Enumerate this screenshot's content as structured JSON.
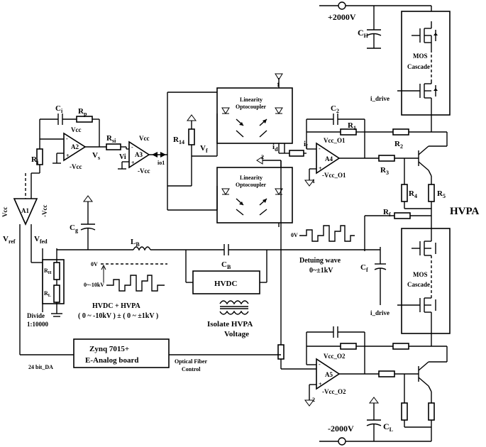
{
  "labels": {
    "hv_pos": "+2000V",
    "hv_neg": "-2000V",
    "ch": "C",
    "ch_sub": "H",
    "cl": "C",
    "cl_sub": "L",
    "mos_top": "MOS",
    "cascade_top": "Cascade",
    "mos_bot": "MOS",
    "cascade_bot": "Cascade",
    "i_drive_top": "i_drive",
    "i_drive_bot": "i_drive",
    "opto_top_l1": "Linearity",
    "opto_top_l2": "Optocoupler",
    "opto_bot_l1": "Linearity",
    "opto_bot_l2": "Optocoupler",
    "c2": "C",
    "c2_sub": "2",
    "r1": "R",
    "r1_sub": "1",
    "r2": "R",
    "r2_sub": "2",
    "r3": "R",
    "r3_sub": "3",
    "r4": "R",
    "r4_sub": "4",
    "r5": "R",
    "r5_sub": "5",
    "rf": "R",
    "rf_sub": "f",
    "cf": "C",
    "cf_sub": "f",
    "id": "i",
    "id_sub": "d",
    "if_": "i",
    "if_sub": "f",
    "vcc_o1": "Vcc_O1",
    "nvcc_o1": "-Vcc_O1",
    "vcc_o2": "Vcc_O2",
    "nvcc_o2": "-Vcc_O2",
    "a4": "A4",
    "a5": "A5",
    "hvpa": "HVPA",
    "ci": "C",
    "ci_sub": "i",
    "rp": "R",
    "rp_sub": "p",
    "ri": "R",
    "ri_sub": "i",
    "a2": "A2",
    "vcc_a2": "Vcc",
    "nvcc_a2": "-Vcc",
    "vs": "V",
    "vs_sub": "s",
    "rsi": "R",
    "rsi_sub": "si",
    "vi": "Vi",
    "a3": "A3",
    "vcc_a3": "Vcc",
    "nvcc_a3": "-Vcc",
    "io1": "io1",
    "r14": "R",
    "r14_sub": "14",
    "vf": "V",
    "vf_sub": "f",
    "a1": "A1",
    "vcc_a1": "Vcc",
    "nvcc_a1": "-Vcc",
    "vref": "V",
    "vref_sub": "ref",
    "vfed": "V",
    "vfed_sub": "fed",
    "cg": "C",
    "cg_sub": "g",
    "lb": "L",
    "lb_sub": "B",
    "cb": "C",
    "cb_sub": "B",
    "rh": "R",
    "rh_sub": "H",
    "rl": "R",
    "rl_sub": "L",
    "divide": "Divide",
    "ratio": "1:10000",
    "wave_0v": "0V",
    "wave_range": "0~-10kV",
    "hvdc_hvpa": "HVDC + HVPA",
    "hvdc_range": "( 0 ~ -10kV ) ± ( 0 ~ ±1kV )",
    "hvdc": "HVDC",
    "isolate1": "Isolate HVPA",
    "isolate2": "Voltage",
    "detune_0v": "0V",
    "detune1": "Detuing wave",
    "detune2": "0~±1kV",
    "zynq1": "Zynq 7015+",
    "zynq2": "E-Analog board",
    "da": "24 bit_DA",
    "fiber1": "Optical Fiber",
    "fiber2": "Control",
    "node1": "1",
    "node2": "2",
    "node1b": "1",
    "node2b": "2"
  }
}
